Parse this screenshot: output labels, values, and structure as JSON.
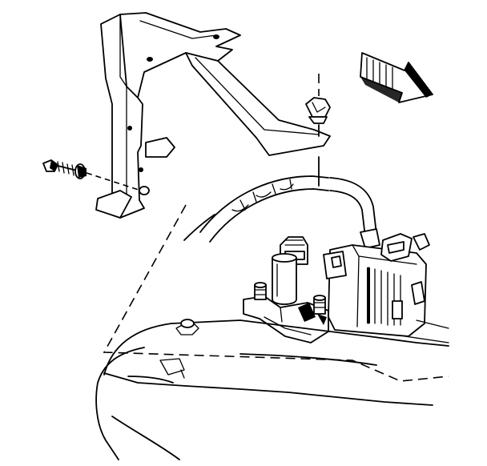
{
  "diagram": {
    "type": "exploded-view technical illustration",
    "parts": [
      {
        "id": "mounting-bracket",
        "icon": "bracket-icon"
      },
      {
        "id": "bracket-bolt",
        "icon": "bolt-icon"
      },
      {
        "id": "retaining-nut",
        "icon": "nut-icon"
      },
      {
        "id": "electrical-component",
        "icon": "relay-module-icon"
      },
      {
        "id": "wiring-harness",
        "icon": "cable-icon"
      },
      {
        "id": "connector-block",
        "icon": "connector-icon"
      },
      {
        "id": "engine-cover",
        "icon": "engine-cover-icon"
      },
      {
        "id": "direction-arrow",
        "icon": "arrow-icon"
      }
    ],
    "colors": {
      "line": "#000000",
      "background": "#ffffff"
    }
  }
}
